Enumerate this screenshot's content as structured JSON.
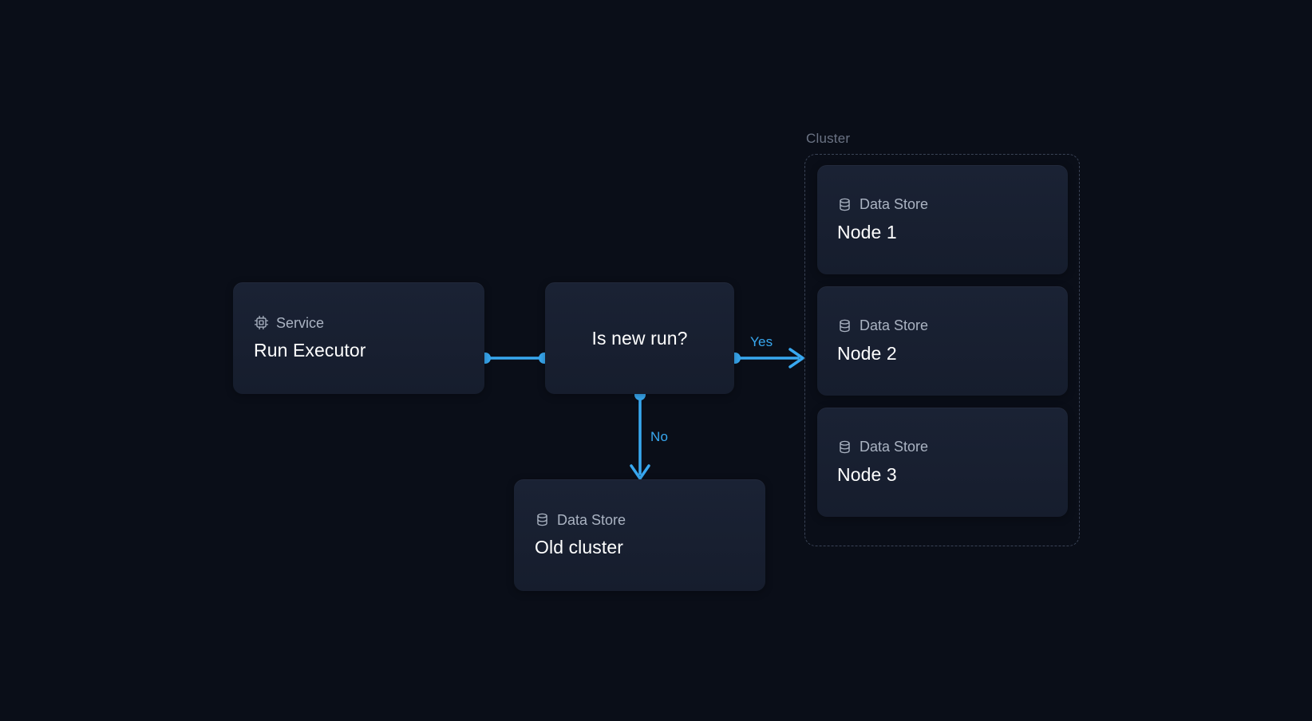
{
  "canvas": {
    "background": "#0a0e18",
    "accent": "#38a8f0",
    "card_bg": "#1a2234",
    "border_dashed": "#3a4356"
  },
  "cluster": {
    "label": "Cluster"
  },
  "nodes": [
    {
      "id": "service",
      "kind": "Service",
      "icon": "cpu-icon",
      "title": "Run Executor"
    },
    {
      "id": "decision",
      "kind": "",
      "icon": "",
      "title": "Is new run?"
    },
    {
      "id": "old-cluster",
      "kind": "Data Store",
      "icon": "database-icon",
      "title": "Old cluster"
    },
    {
      "id": "node-1",
      "kind": "Data Store",
      "icon": "database-icon",
      "title": "Node 1"
    },
    {
      "id": "node-2",
      "kind": "Data Store",
      "icon": "database-icon",
      "title": "Node 2"
    },
    {
      "id": "node-3",
      "kind": "Data Store",
      "icon": "database-icon",
      "title": "Node 3"
    }
  ],
  "edges": [
    {
      "id": "service-to-decision",
      "label": "",
      "from": "service",
      "to": "decision"
    },
    {
      "id": "decision-yes",
      "label": "Yes",
      "from": "decision",
      "to": "cluster"
    },
    {
      "id": "decision-no",
      "label": "No",
      "from": "decision",
      "to": "old-cluster"
    }
  ]
}
